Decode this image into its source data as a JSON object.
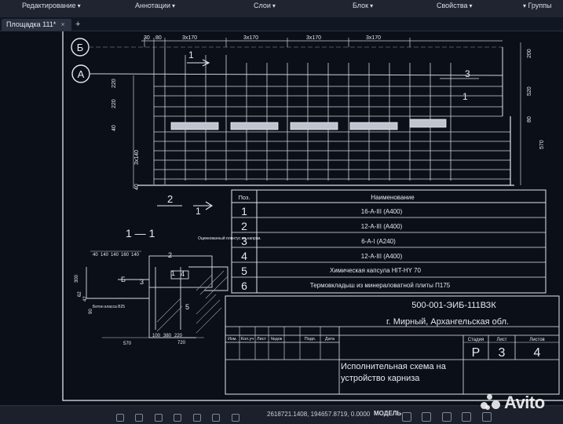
{
  "ribbon": {
    "panels": [
      {
        "label": "Редактирование",
        "icon": "chevron-down-icon"
      },
      {
        "label": "Аннотации",
        "icon": "chevron-down-icon"
      },
      {
        "label": "Слои",
        "icon": "chevron-down-icon"
      },
      {
        "label": "Блок",
        "icon": "chevron-down-icon"
      },
      {
        "label": "Свойства",
        "icon": "chevron-down-icon"
      },
      {
        "label": "Группы",
        "icon": "chevron-down-icon"
      }
    ]
  },
  "tabs": [
    {
      "label": "Площадка 111*",
      "active": true
    }
  ],
  "drawing": {
    "axis_b": "Б",
    "axis_a": "А",
    "dims_top": [
      "30",
      "80",
      "3х170",
      "3х170",
      "3х170",
      "3х170"
    ],
    "dims_right": [
      "200",
      "520",
      "80",
      "570"
    ],
    "dims_left": [
      "220",
      "220",
      "40",
      "3х140",
      "40"
    ],
    "callouts": [
      "1",
      "3",
      "1",
      "2",
      "1"
    ],
    "section_title": "1 — 1",
    "section_notes": [
      "Оцинкованный\nплинтус по направ.",
      "Бетон класса В25"
    ],
    "section_dims": [
      "40",
      "140",
      "140",
      "160",
      "140",
      "300",
      "62",
      "42",
      "90",
      "570",
      "100",
      "380",
      "220",
      "720"
    ],
    "section_marks": [
      "2",
      "1",
      "4",
      "Б",
      "3",
      "5"
    ],
    "spec": {
      "col_pos": "Поз.",
      "col_name": "Наименование",
      "rows": [
        {
          "pos": "1",
          "name": "16-А-III (А400)"
        },
        {
          "pos": "2",
          "name": "12-А-III (А400)"
        },
        {
          "pos": "3",
          "name": "6-А-I (А240)"
        },
        {
          "pos": "4",
          "name": "12-А-III (А400)"
        },
        {
          "pos": "5",
          "name": "Химическая капсула HIT-HY 70"
        },
        {
          "pos": "6",
          "name": "Термовкладыш из минераловатной плиты П175"
        }
      ]
    },
    "title_block": {
      "code": "500-001-ЭИБ-111ВЗК",
      "location": "г. Мирный, Архангельская обл.",
      "cols": [
        "Изм.",
        "Кол.уч",
        "Лист",
        "№док",
        "Подп.",
        "Дата"
      ],
      "stage_label": "Стадия",
      "sheet_label": "Лист",
      "sheets_label": "Листов",
      "stage": "Р",
      "sheet": "3",
      "sheets": "4",
      "description": "Исполнительная схема на устройство карниза"
    }
  },
  "status": {
    "coords": "2618721.1408, 194657.8719, 0.0000",
    "mode": "МОДЕЛЬ"
  },
  "watermark": "Avito"
}
